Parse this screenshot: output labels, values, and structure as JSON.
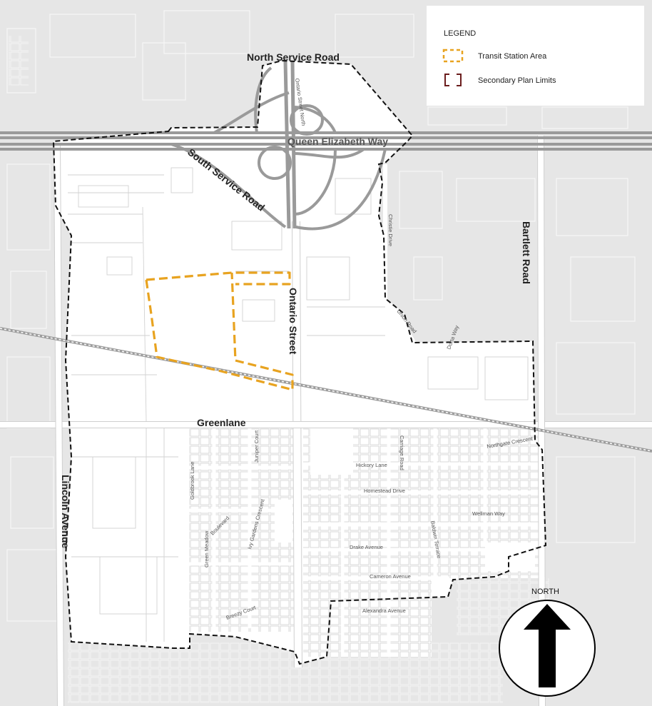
{
  "legend": {
    "title": "LEGEND",
    "transit_station_area": "Transit Station Area",
    "secondary_plan_limits": "Secondary Plan Limits"
  },
  "colors": {
    "transit_station_area": "#e8a320",
    "secondary_plan_limits": "#6b1d1d",
    "highway": "#9a9a9a",
    "background": "#e6e6e6",
    "plan_area": "#ffffff"
  },
  "labels": {
    "north_service_road": "North Service Road",
    "south_service_road": "South Service Road",
    "queen_elizabeth_way": "Queen Elizabeth Way",
    "ontario_street": "Ontario Street",
    "ontario_street_north": "Ontario Street North",
    "bartlett_road": "Bartlett Road",
    "lincoln_avenue": "Lincoln Avenue",
    "greenlane": "Greenlane",
    "christie_drive": "Christie Drive",
    "union_road": "Union Road",
    "dorta_way": "Dorta Way",
    "northgate_crescent": "Northgate Crescent",
    "hickory_lane": "Hickory Lane",
    "carriage_road": "Carriage Road",
    "homestead_drive": "Homestead Drive",
    "wellman_way": "Wellman Way",
    "drake_avenue": "Drake Avenue",
    "cameron_avenue": "Cameron Avenue",
    "alexandra_avenue": "Alexandra Avenue",
    "goldbrook_lane": "Goldbrook Lane",
    "juniper_court": "Juniper Court",
    "ivy_gardens_crescent": "Ivy Gardens Crescent",
    "green_meadow_boulevard": "Green Meadow",
    "boulevard": "Boulevard",
    "baldwin_terrace": "Baldwin Terrace",
    "breezy_court": "Breezy Court",
    "north": "NORTH"
  }
}
